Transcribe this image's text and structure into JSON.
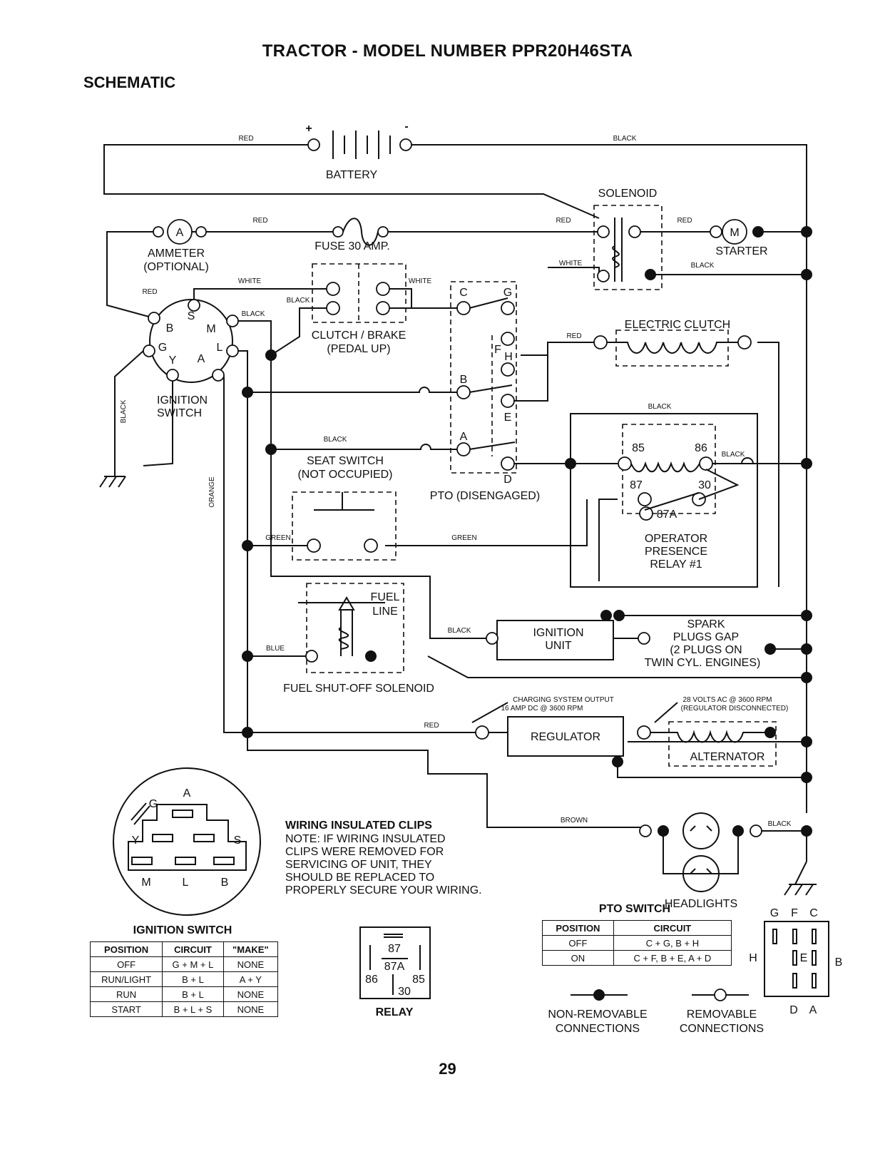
{
  "header": {
    "title": "TRACTOR - MODEL NUMBER PPR20H46STA",
    "section": "SCHEMATIC"
  },
  "page_number": "29",
  "labels": {
    "battery": "BATTERY",
    "battery_plus": "+",
    "battery_minus": "-",
    "ammeter": "AMMETER",
    "ammeter_optional": "(OPTIONAL)",
    "ammeter_letter": "A",
    "fuse": "FUSE 30 AMP.",
    "solenoid": "SOLENOID",
    "starter": "STARTER",
    "starter_letter": "M",
    "clutch_brake": "CLUTCH / BRAKE",
    "pedal_up": "(PEDAL UP)",
    "electric_clutch": "ELECTRIC CLUTCH",
    "ignition_switch_line1": "IGNITION",
    "ignition_switch_line2": "SWITCH",
    "seat_switch": "SEAT SWITCH",
    "not_occupied": "(NOT OCCUPIED)",
    "pto_disengaged": "PTO (DISENGAGED)",
    "operator_presence_1": "OPERATOR",
    "operator_presence_2": "PRESENCE",
    "operator_presence_3": "RELAY #1",
    "fuel_line_1": "FUEL",
    "fuel_line_2": "LINE",
    "fuel_shutoff": "FUEL SHUT-OFF SOLENOID",
    "ignition_unit_1": "IGNITION",
    "ignition_unit_2": "UNIT",
    "spark_1": "SPARK",
    "spark_2": "PLUGS GAP",
    "spark_3": "(2 PLUGS ON",
    "spark_4": "TWIN CYL. ENGINES)",
    "charging_1": "CHARGING SYSTEM OUTPUT",
    "charging_2": "16 AMP DC @ 3600 RPM",
    "volts_1": "28 VOLTS AC @ 3600 RPM",
    "volts_2": "(REGULATOR DISCONNECTED)",
    "regulator": "REGULATOR",
    "alternator": "ALTERNATOR",
    "headlights": "HEADLIGHTS",
    "relay_caption": "RELAY",
    "non_removable_1": "NON-REMOVABLE",
    "non_removable_2": "CONNECTIONS",
    "removable_1": "REMOVABLE",
    "removable_2": "CONNECTIONS"
  },
  "wire_colors": {
    "red": "RED",
    "black": "BLACK",
    "white": "WHITE",
    "green": "GREEN",
    "blue": "BLUE",
    "orange": "ORANGE",
    "brown": "BROWN"
  },
  "ignition_terminals": {
    "b": "B",
    "s": "S",
    "m": "M",
    "g": "G",
    "l": "L",
    "y": "Y",
    "a": "A"
  },
  "pto_terminals": {
    "c": "C",
    "g": "G",
    "f": "F",
    "h": "H",
    "b": "B",
    "e": "E",
    "a": "A",
    "d": "D"
  },
  "relay_terminals": {
    "t85": "85",
    "t86": "86",
    "t87": "87",
    "t30": "30",
    "t87a": "87A"
  },
  "note": {
    "title": "WIRING INSULATED CLIPS",
    "line1": "NOTE: IF WIRING INSULATED",
    "line2": "CLIPS WERE REMOVED FOR",
    "line3": "SERVICING OF UNIT, THEY",
    "line4": "SHOULD BE REPLACED TO",
    "line5": "PROPERLY SECURE YOUR WIRING."
  },
  "ignition_table": {
    "title": "IGNITION SWITCH",
    "headers": [
      "POSITION",
      "CIRCUIT",
      "\"MAKE\""
    ],
    "rows": [
      [
        "OFF",
        "G + M + L",
        "NONE"
      ],
      [
        "RUN/LIGHT",
        "B + L",
        "A + Y"
      ],
      [
        "RUN",
        "B + L",
        "NONE"
      ],
      [
        "START",
        "B + L + S",
        "NONE"
      ]
    ]
  },
  "pto_table": {
    "title": "PTO SWITCH",
    "headers": [
      "POSITION",
      "CIRCUIT"
    ],
    "rows": [
      [
        "OFF",
        "C + G, B + H"
      ],
      [
        "ON",
        "C + F, B + E, A + D"
      ]
    ]
  },
  "pto_diagram_letters": {
    "g": "G",
    "f": "F",
    "c": "C",
    "h": "H",
    "e": "E",
    "b": "B",
    "d": "D",
    "a": "A"
  }
}
